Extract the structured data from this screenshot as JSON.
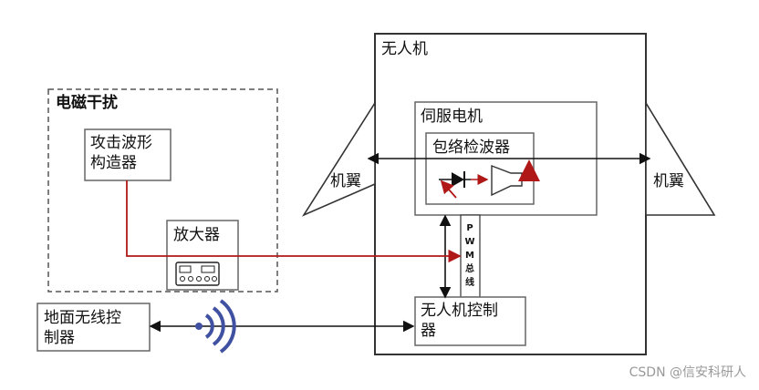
{
  "title": "",
  "labels": {
    "emi_group": "电磁干扰",
    "attack_waveform": "攻击波形\n构造器",
    "amplifier": "放大器",
    "uav": "无人机",
    "servo_motor": "伺服电机",
    "envelope_detector": "包络检波器",
    "wing_left": "机翼",
    "wing_right": "机翼",
    "pwm_bus": "PWM总线",
    "uav_controller": "无人机控制\n器",
    "ground_controller": "地面无线控\n制器"
  },
  "watermark": "CSDN @信安科研人",
  "colors": {
    "signal_line": "#b01818",
    "box_stroke": "#666666",
    "wifi": "#3f51a0",
    "dashed_border": "#555555"
  },
  "icons": [
    "diode-icon",
    "amplifier-triangle-icon",
    "signal-generator-icon",
    "wifi-signal-icon"
  ]
}
